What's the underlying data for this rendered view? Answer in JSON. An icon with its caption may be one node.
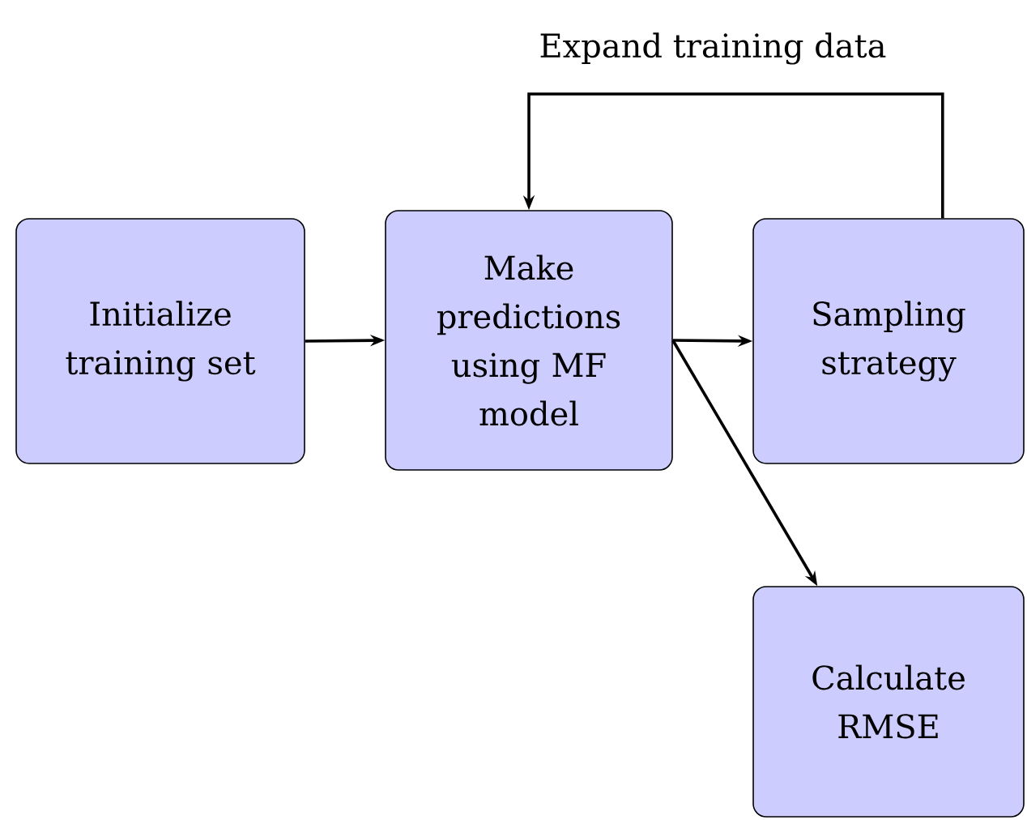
{
  "diagram": {
    "nodes": [
      {
        "text": [
          "Initialize training set"
        ]
      },
      {
        "text": [
          "Make predictions using MF model"
        ]
      },
      {
        "text": [
          "Sampling strategy"
        ]
      },
      {
        "text": [
          "Calculate RMSE"
        ]
      }
    ],
    "edges": [
      {
        "from": 0,
        "to": 1,
        "arrow": "to"
      },
      {
        "from": 1,
        "to": 2,
        "arrow": "to"
      },
      {
        "from": 1,
        "to": 3,
        "arrow": "to"
      },
      {
        "from": 2,
        "to": 1,
        "arrow": "to",
        "label": "Expand training data"
      }
    ]
  }
}
